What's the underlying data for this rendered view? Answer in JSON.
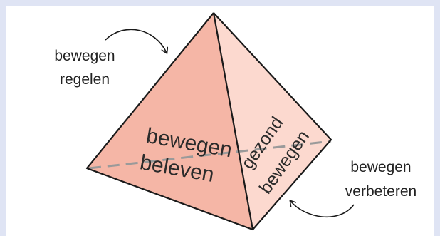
{
  "diagram": {
    "face_front_left": {
      "line1": "bewegen",
      "line2": "beleven"
    },
    "face_front_right": {
      "line1": "gezond",
      "line2": "bewegen"
    },
    "apex_label": {
      "line1": "bewegen",
      "line2": "regelen"
    },
    "right_label": {
      "line1": "bewegen",
      "line2": "verbeteren"
    },
    "colors": {
      "background_frame": "#dfe4f4",
      "panel": "#ffffff",
      "face_left": "#f5b6a6",
      "face_right": "#fcd9cf",
      "edges": "#1a1a1a",
      "hidden_edge": "#9a9a9a"
    }
  }
}
